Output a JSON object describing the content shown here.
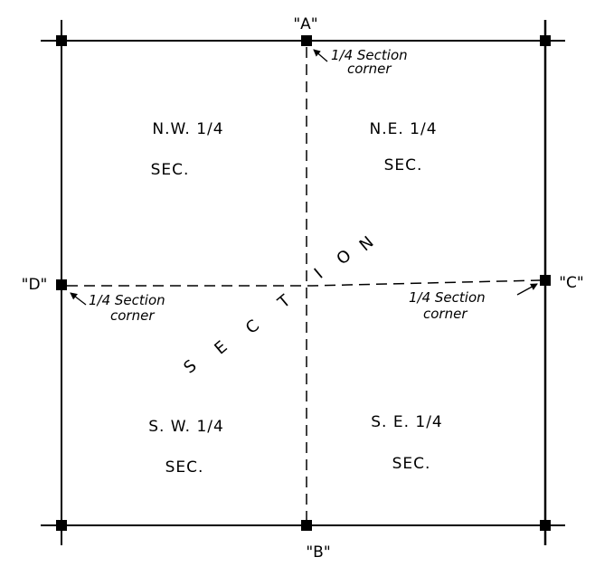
{
  "points": {
    "a": "\"A\"",
    "b": "\"B\"",
    "c": "\"C\"",
    "d": "\"D\""
  },
  "quarters": {
    "nw": {
      "name": "N.W.  1/4",
      "sec": "SEC."
    },
    "ne": {
      "name": "N.E.  1/4",
      "sec": "SEC."
    },
    "sw": {
      "name": "S. W.  1/4",
      "sec": "SEC."
    },
    "se": {
      "name": "S. E.  1/4",
      "sec": "SEC."
    }
  },
  "section_letters": [
    "S",
    "E",
    "C",
    "T",
    "I",
    "O",
    "N"
  ],
  "notes": {
    "a": {
      "line1": "1/4 Section",
      "line2": "corner"
    },
    "d": {
      "line1": "1/4 Section",
      "line2": "corner"
    },
    "c": {
      "line1": "1/4 Section",
      "line2": "corner"
    }
  },
  "colors": {
    "ink": "#000000",
    "paper": "#ffffff"
  }
}
